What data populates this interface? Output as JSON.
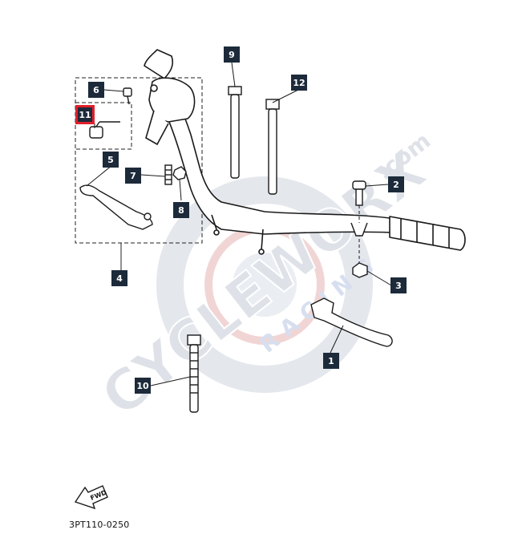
{
  "diagram_code": "3PT110-0250",
  "fwd_label": "FWD",
  "watermark": {
    "brand": "CYCLEWORX",
    "sub": "RACING",
    "domain": ".com"
  },
  "callouts": [
    {
      "id": "1",
      "label": "1",
      "part": "front-brake-lever"
    },
    {
      "id": "2",
      "label": "2",
      "part": "lever-bolt"
    },
    {
      "id": "3",
      "label": "3",
      "part": "lever-nut"
    },
    {
      "id": "4",
      "label": "4",
      "part": "rear-brake-lever-assembly"
    },
    {
      "id": "5",
      "label": "5",
      "part": "rear-brake-lever"
    },
    {
      "id": "6",
      "label": "6",
      "part": "bracket-screw"
    },
    {
      "id": "7",
      "label": "7",
      "part": "lever-pivot-bolt"
    },
    {
      "id": "8",
      "label": "8",
      "part": "pivot-nut"
    },
    {
      "id": "9",
      "label": "9",
      "part": "cable-tie-upper-left"
    },
    {
      "id": "10",
      "label": "10",
      "part": "cable-tie-lower"
    },
    {
      "id": "11",
      "label": "11",
      "part": "adjuster-screw",
      "highlighted": true
    },
    {
      "id": "12",
      "label": "12",
      "part": "cable-tie-upper-right"
    }
  ],
  "colors": {
    "callout_bg": "#1c2a3a",
    "callout_text": "#ffffff",
    "highlight": "#e0202a",
    "line": "#1a1a1a",
    "watermark_grey": "#c9ced6",
    "watermark_blue": "#b9c9e6",
    "watermark_red": "#e8a5a5"
  }
}
